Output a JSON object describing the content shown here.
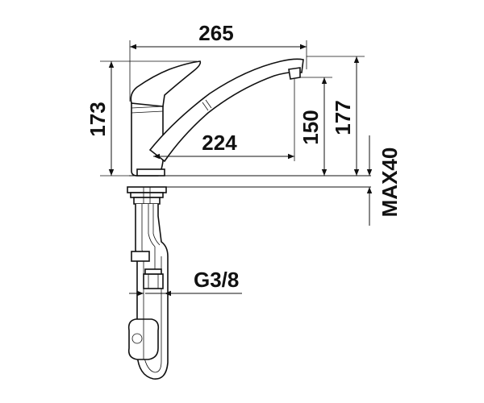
{
  "dimensions": {
    "total_length": "265",
    "spout_reach": "224",
    "total_height": "173",
    "outlet_height_low": "150",
    "outlet_height_high": "177",
    "max_worktop": "MAX40",
    "connection_thread": "G3/8"
  },
  "colors": {
    "line": "#111111",
    "background": "#ffffff"
  }
}
